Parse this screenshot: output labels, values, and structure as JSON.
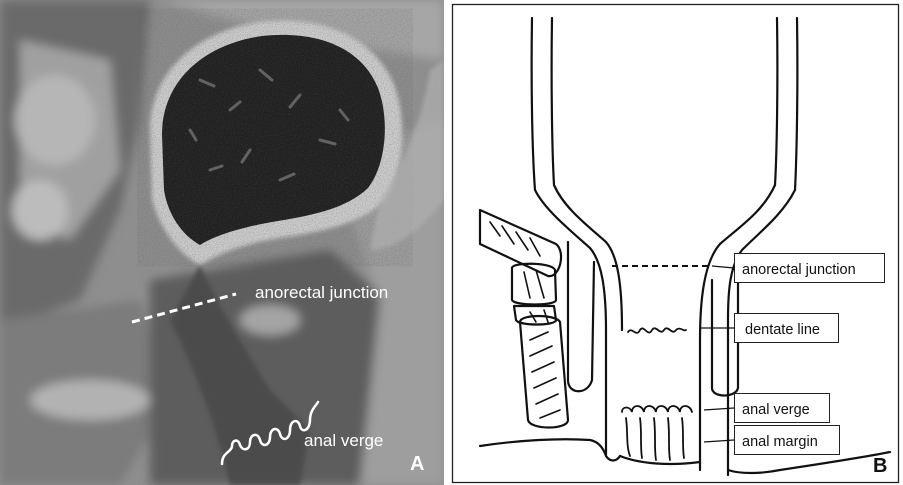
{
  "panel_a": {
    "letter": "A",
    "label_anorectal_junction": "anorectal junction",
    "label_anal_verge": "anal verge"
  },
  "panel_b": {
    "letter": "B",
    "labels": {
      "anorectal_junction": "anorectal junction",
      "dentate_line": "dentate line",
      "anal_verge": "anal verge",
      "anal_margin": "anal margin"
    }
  },
  "colors": {
    "mri_background": "#8f8f8f",
    "mri_dark_lumen": "#1e1e1e",
    "mri_bright": "#d4d4d4",
    "label_white": "#ffffff",
    "line_black": "#111111"
  }
}
